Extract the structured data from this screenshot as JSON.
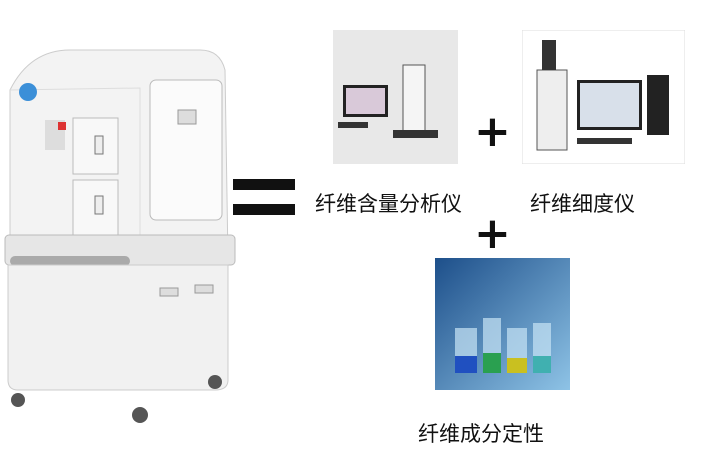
{
  "labels": {
    "fiber_content_analyzer": "纤维含量分析仪",
    "fiber_fineness_tester": "纤维细度仪",
    "fiber_composition_qualitative": "纤维成分定性"
  },
  "symbols": {
    "equals": "=",
    "plus": "+"
  },
  "colors": {
    "machine_body": "#f2f2f2",
    "machine_outline": "#c8c8c8",
    "text": "#111111",
    "lab_image_blue": "#2a6fb0"
  }
}
